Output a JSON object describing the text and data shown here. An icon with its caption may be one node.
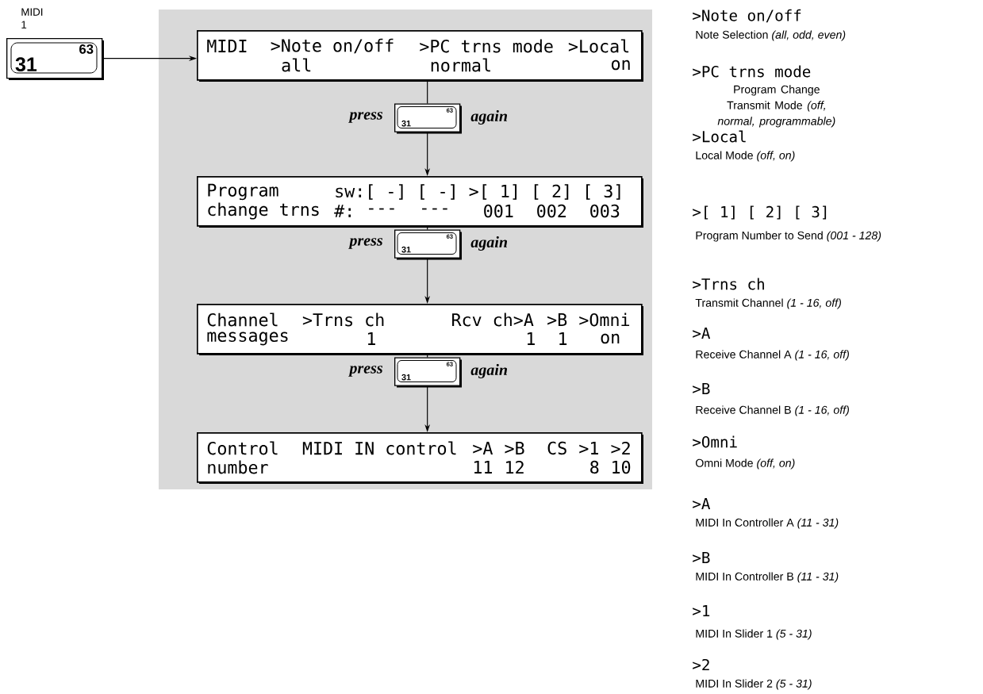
{
  "diagram": {
    "nodes": [
      {
        "text": [
          "63",
          "31"
        ],
        "beside": [
          "MIDI",
          "1"
        ]
      },
      {
        "text": [
          "MIDI",
          ">Note on/off",
          ">PC trns mode",
          ">Local",
          "all",
          "normal",
          "on"
        ]
      },
      {
        "text": [
          "63",
          "31"
        ],
        "beside": [
          "press",
          "again"
        ]
      },
      {
        "text": [
          "Program",
          "sw:[ -] [ -] >[ 1] [ 2] [ 3]",
          "change trns",
          "#:",
          "---",
          "---",
          "001",
          "002",
          "003"
        ]
      },
      {
        "text": [
          "63",
          "31"
        ],
        "beside": [
          "press",
          "again"
        ]
      },
      {
        "text": [
          "Channel",
          ">Trns ch",
          "Rcv ch>A",
          ">B",
          ">Omni",
          "messages",
          "1",
          "1",
          "1",
          "on"
        ]
      },
      {
        "text": [
          "63",
          "31"
        ],
        "beside": [
          "press",
          "again"
        ]
      },
      {
        "text": [
          "Control",
          "MIDI IN control",
          ">A",
          ">B",
          "CS",
          ">1",
          ">2",
          "number",
          "11",
          "12",
          "8",
          "10"
        ]
      }
    ],
    "edges": [
      {
        "from": 0,
        "to": 1,
        "arrow": "to"
      },
      {
        "from": 1,
        "to": 2,
        "arrow": "none"
      },
      {
        "from": 2,
        "to": 3,
        "arrow": "to"
      },
      {
        "from": 3,
        "to": 4,
        "arrow": "none"
      },
      {
        "from": 4,
        "to": 5,
        "arrow": "to"
      },
      {
        "from": 5,
        "to": 6,
        "arrow": "none"
      },
      {
        "from": 6,
        "to": 7,
        "arrow": "to"
      }
    ],
    "labels": [
      ">Note on/off",
      "Note Selection *(all, odd, even)*",
      ">PC trns mode",
      "Program Change Transmit Mode *(off, normal, programmable)*",
      ">Local",
      "Local Mode *(off, on)*",
      ">[ 1] [ 2] [ 3]",
      "Program Number to Send *(001 - 128)*",
      ">Trns ch",
      "Transmit Channel *(1 - 16, off)*",
      ">A",
      "Receive Channel A *(1 - 16, off)*",
      ">B",
      "Receive Channel B *(1 - 16, off)*",
      ">Omni",
      "Omni Mode *(off, on)*",
      ">A",
      "MIDI In Controller A *(11 - 31)*",
      ">B",
      "MIDI In Controller B *(11 - 31)*",
      ">1",
      "MIDI In Slider 1 *(5 - 31)*",
      ">2",
      "MIDI In Slider 2 *(5 - 31)*"
    ]
  }
}
